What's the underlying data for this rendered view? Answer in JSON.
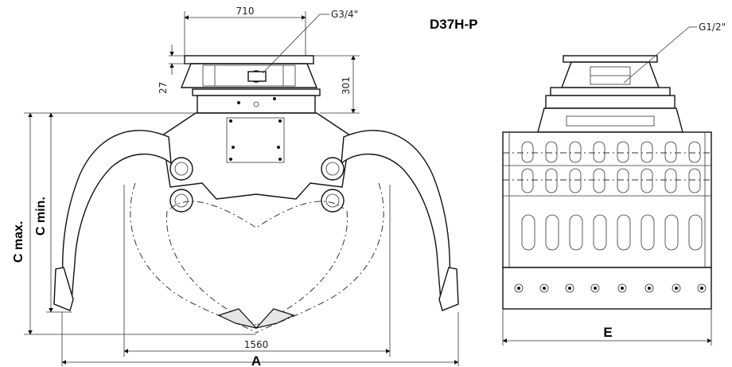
{
  "model": "D37H-P",
  "dims": {
    "top_width": "710",
    "port_front": "G3/4\"",
    "port_side": "G1/2\"",
    "rotator_offset": "27",
    "rotator_height": "301",
    "c_max": "C max.",
    "c_min": "C min.",
    "span_value": "1560",
    "span_letter": "A",
    "side_letter": "E"
  }
}
